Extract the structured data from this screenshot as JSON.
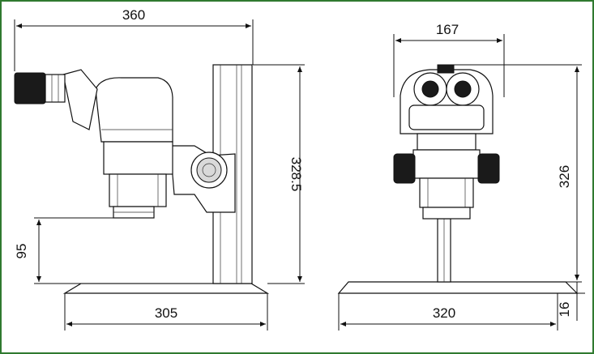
{
  "dimensions": {
    "side_width": "360",
    "side_height": "328.5",
    "side_working_height": "95",
    "side_base_width": "305",
    "front_width": "167",
    "front_height": "326",
    "front_base_width": "320",
    "front_base_thickness": "16"
  },
  "colors": {
    "border": "#2f7a2f",
    "line": "#111111"
  }
}
